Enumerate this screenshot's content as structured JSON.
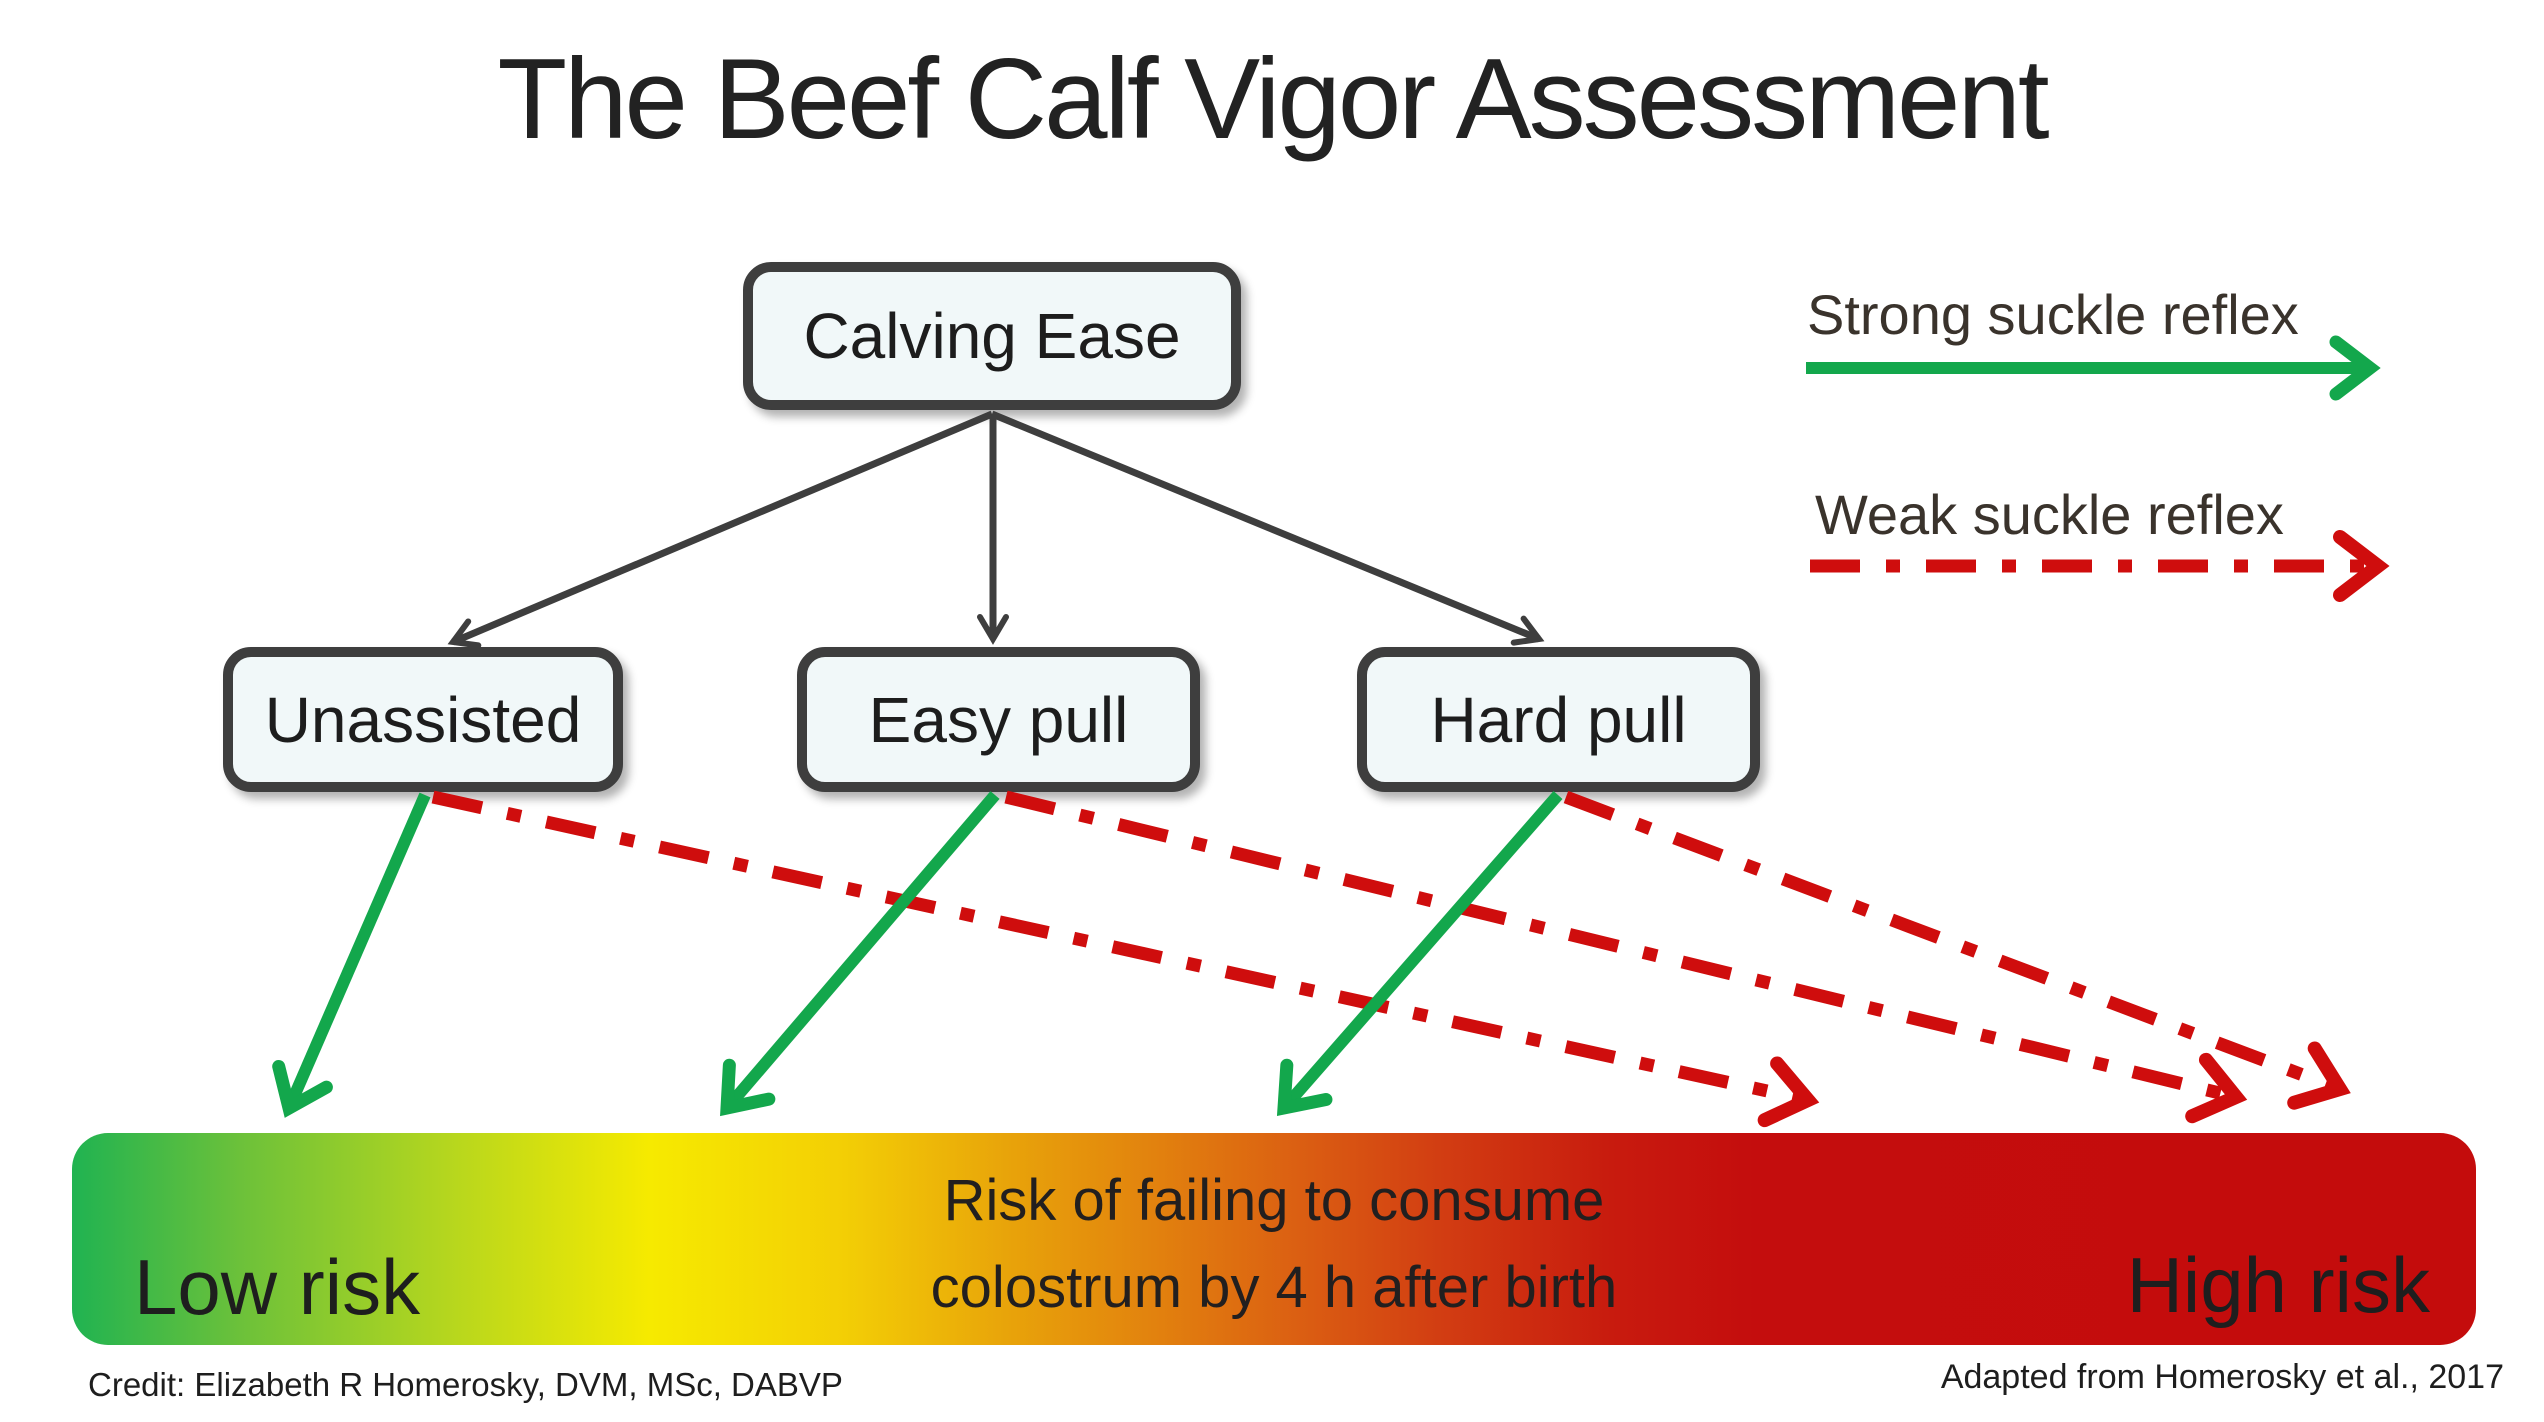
{
  "title": "The Beef Calf Vigor Assessment",
  "flowchart": {
    "root": {
      "label": "Calving Ease"
    },
    "children": [
      {
        "label": "Unassisted"
      },
      {
        "label": "Easy pull"
      },
      {
        "label": "Hard pull"
      }
    ]
  },
  "legend": {
    "strong": {
      "label": "Strong suckle reflex",
      "line_style": "solid",
      "color": "#13a74c"
    },
    "weak": {
      "label": "Weak suckle reflex",
      "line_style": "dash-dot",
      "color": "#cf0d0d"
    }
  },
  "risk_bar": {
    "left_label": "Low risk",
    "right_label": "High risk",
    "center_line1": "Risk of failing to consume",
    "center_line2": "colostrum by 4 h after birth",
    "gradient_stops": [
      "#20b351",
      "#6cc13a",
      "#b8d71d",
      "#f6ea00",
      "#e8a30a",
      "#db5f12",
      "#c40c0c"
    ]
  },
  "footer": {
    "credit": "Credit: Elizabeth R Homerosky, DVM, MSc, DABVP",
    "attribution": "Adapted from Homerosky et al., 2017"
  },
  "colors": {
    "node_border": "#3e3e3e",
    "node_fill": "#f1f8f9",
    "connector": "#3e3e3e",
    "strong_arrow": "#13a74c",
    "weak_arrow": "#cf0d0d"
  }
}
